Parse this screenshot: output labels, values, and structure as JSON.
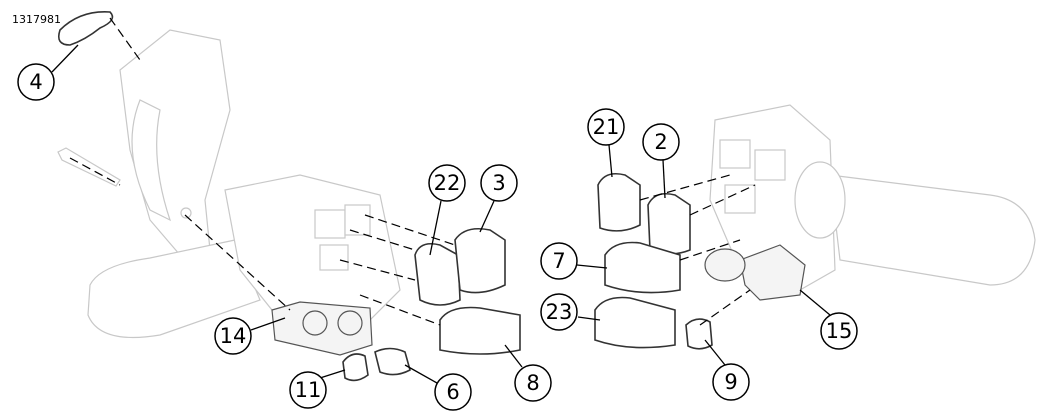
{
  "figure_number": "1317981",
  "callouts": [
    "4",
    "22",
    "3",
    "21",
    "2",
    "7",
    "23",
    "14",
    "11",
    "6",
    "8",
    "9",
    "15"
  ]
}
